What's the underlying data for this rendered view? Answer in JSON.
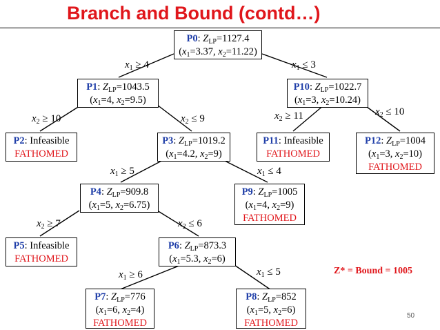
{
  "title": "Branch and Bound (contd…)",
  "z_star": "Z* = Bound = 1005",
  "page_number": "50",
  "nodes": {
    "p0": {
      "id": "P0",
      "z": "=1127.4",
      "x1": "=3.37,",
      "x2": "=11.22)"
    },
    "p1": {
      "id": "P1",
      "z": "=1043.5",
      "x1": "=4,",
      "x2": "=9.5)"
    },
    "p10": {
      "id": "P10",
      "z": "=1022.7",
      "x1": "=3,",
      "x2": "=10.24)"
    },
    "p2": {
      "id": "P2",
      "status": ": Infeasible",
      "fathomed": "FATHOMED"
    },
    "p3": {
      "id": "P3",
      "z": "=1019.2",
      "x1": "=4.2,",
      "x2": "=9)"
    },
    "p11": {
      "id": "P11",
      "status": ": Infeasible",
      "fathomed": "FATHOMED"
    },
    "p12": {
      "id": "P12",
      "z": "=1004",
      "x1": "=3,",
      "x2": "=10)",
      "fathomed": "FATHOMED"
    },
    "p4": {
      "id": "P4",
      "z": "=909.8",
      "x1": "=5,",
      "x2": "=6.75)"
    },
    "p9": {
      "id": "P9",
      "z": "=1005",
      "x1": "=4,",
      "x2": "=9)",
      "fathomed": "FATHOMED"
    },
    "p5": {
      "id": "P5",
      "status": ": Infeasible",
      "fathomed": "FATHOMED"
    },
    "p6": {
      "id": "P6",
      "z": "=873.3",
      "x1": "=5.3,",
      "x2": "=6)"
    },
    "p7": {
      "id": "P7",
      "z": "=776",
      "x1": "=6,",
      "x2": "=4)",
      "fathomed": "FATHOMED"
    },
    "p8": {
      "id": "P8",
      "z": "=852",
      "x1": "=5,",
      "x2": "=6)",
      "fathomed": "FATHOMED"
    }
  },
  "branches": {
    "b_p0_p1": {
      "var": "1",
      "op": " ≥ 4"
    },
    "b_p0_p10": {
      "var": "1",
      "op": " ≤ 3"
    },
    "b_p1_p2": {
      "var": "2",
      "op": " ≥ 10"
    },
    "b_p1_p3": {
      "var": "2",
      "op": " ≤ 9"
    },
    "b_p10_p11": {
      "var": "2",
      "op": " ≥ 11"
    },
    "b_p10_p12": {
      "var": "2",
      "op": " ≤ 10"
    },
    "b_p3_p4": {
      "var": "1",
      "op": " ≥ 5"
    },
    "b_p3_p9": {
      "var": "1",
      "op": " ≤ 4"
    },
    "b_p4_p5": {
      "var": "2",
      "op": " ≥ 7"
    },
    "b_p4_p6": {
      "var": "2",
      "op": " ≤ 6"
    },
    "b_p6_p7": {
      "var": "1",
      "op": " ≥ 6"
    },
    "b_p6_p8": {
      "var": "1",
      "op": " ≤ 5"
    }
  }
}
